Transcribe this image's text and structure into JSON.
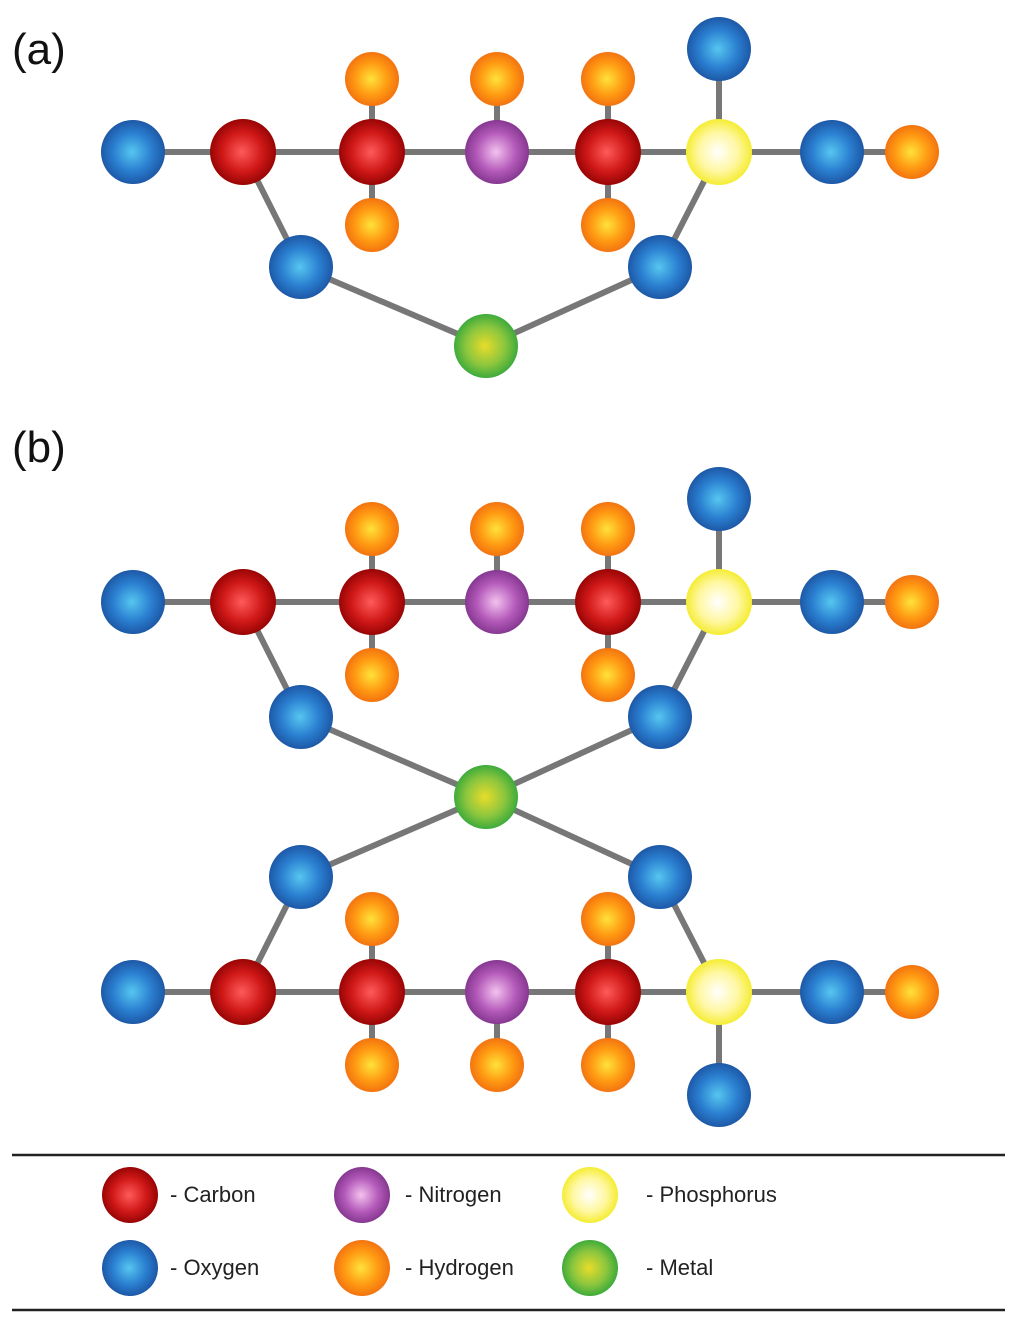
{
  "panels": [
    {
      "label": "(a)"
    },
    {
      "label": "(b)"
    }
  ],
  "legend": [
    {
      "key": "carbon",
      "text": "- Carbon"
    },
    {
      "key": "nitrogen",
      "text": "- Nitrogen"
    },
    {
      "key": "phosphorus",
      "text": "- Phosphorus"
    },
    {
      "key": "oxygen",
      "text": "- Oxygen"
    },
    {
      "key": "hydrogen",
      "text": "- Hydrogen"
    },
    {
      "key": "metal",
      "text": "- Metal"
    }
  ],
  "colors": {
    "carbon": {
      "light": "#ff5a5a",
      "mid": "#d01818",
      "dark": "#8a0000"
    },
    "oxygen": {
      "light": "#56c6f0",
      "mid": "#2a7ed0",
      "dark": "#1a4f9c"
    },
    "hydrogen": {
      "light": "#ffe23a",
      "mid": "#ff9a12",
      "dark": "#f06a10"
    },
    "nitrogen": {
      "light": "#f3c2ee",
      "mid": "#b45aba",
      "dark": "#7a2f86"
    },
    "phosphorus": {
      "light": "#ffffff",
      "mid": "#fff7a0",
      "dark": "#f2ea18"
    },
    "metal": {
      "light": "#e8dc2a",
      "mid": "#8cc63e",
      "dark": "#2aa43a"
    },
    "bond": "#777777"
  }
}
